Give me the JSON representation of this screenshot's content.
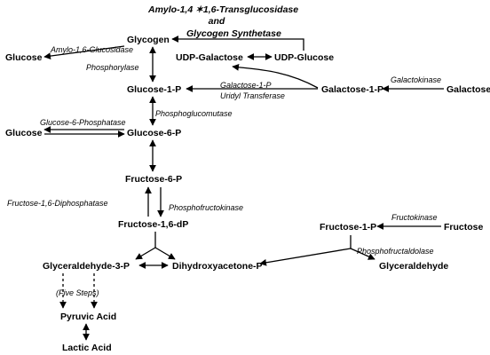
{
  "header": {
    "line1": "Amylo-1,4 ✶1,6-Transglucosidase",
    "line2": "and",
    "line3": "Glycogen Synthetase"
  },
  "nodes": {
    "glycogen": "Glycogen",
    "glucose_top": "Glucose",
    "udp_galactose": "UDP-Galactose",
    "udp_glucose": "UDP-Glucose",
    "glucose_1p": "Glucose-1-P",
    "galactose_1p": "Galactose-1-P",
    "galactose": "Galactose",
    "glucose_mid": "Glucose",
    "glucose_6p": "Glucose-6-P",
    "fructose_6p": "Fructose-6-P",
    "fructose_16dp": "Fructose-1,6-dP",
    "fructose_1p": "Fructose-1-P",
    "fructose": "Fructose",
    "glyceraldehyde_3p": "Glyceraldehyde-3-P",
    "dihydroxyacetone_p": "Dihydroxyacetone-P",
    "glyceraldehyde": "Glyceraldehyde",
    "pyruvic_acid": "Pyruvic Acid",
    "lactic_acid": "Lactic Acid"
  },
  "enzymes": {
    "amylo_16_glucosidase": "Amylo-1,6-Glucosidase",
    "phosphorylase": "Phosphorylase",
    "gal1p_uridyl_line1": "Galactose-1-P",
    "gal1p_uridyl_line2": "Uridyl Transferase",
    "galactokinase": "Galactokinase",
    "phosphoglucomutase": "Phosphoglucomutase",
    "glucose_6_phosphatase": "Glucose-6-Phosphatase",
    "fructose_16_diphosphatase": "Fructose-1,6-Diphosphatase",
    "phosphofructokinase": "Phosphofructokinase",
    "fructokinase": "Fructokinase",
    "phosphofructaldolase": "Phosphofructaldolase",
    "five_steps": "(Five Steps)"
  }
}
